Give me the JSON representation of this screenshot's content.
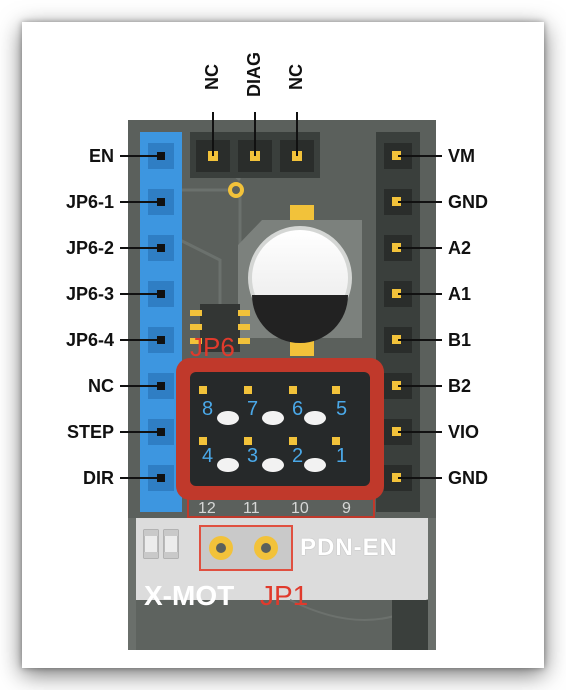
{
  "top_pins": [
    "NC",
    "DIAG",
    "NC"
  ],
  "left_pins": [
    "EN",
    "JP6-1",
    "JP6-2",
    "JP6-3",
    "JP6-4",
    "NC",
    "STEP",
    "DIR"
  ],
  "right_pins": [
    "VM",
    "GND",
    "A2",
    "A1",
    "B1",
    "B2",
    "VIO",
    "GND"
  ],
  "jumper_block": {
    "name": "JP6",
    "top_row": [
      "8",
      "7",
      "6",
      "5"
    ],
    "bottom_row": [
      "4",
      "3",
      "2",
      "1"
    ],
    "hidden_row": [
      "12",
      "11",
      "10",
      "9"
    ]
  },
  "jumper_jp1": {
    "name": "JP1",
    "label": "PDN-EN"
  },
  "board_text": "X-MOT",
  "colors": {
    "pcb": "#5a5f5b",
    "header_blue": "#3d96e0",
    "highlight_red": "#c0392b",
    "pad_gold": "#f2c23a",
    "number_blue": "#4aa8e8"
  }
}
